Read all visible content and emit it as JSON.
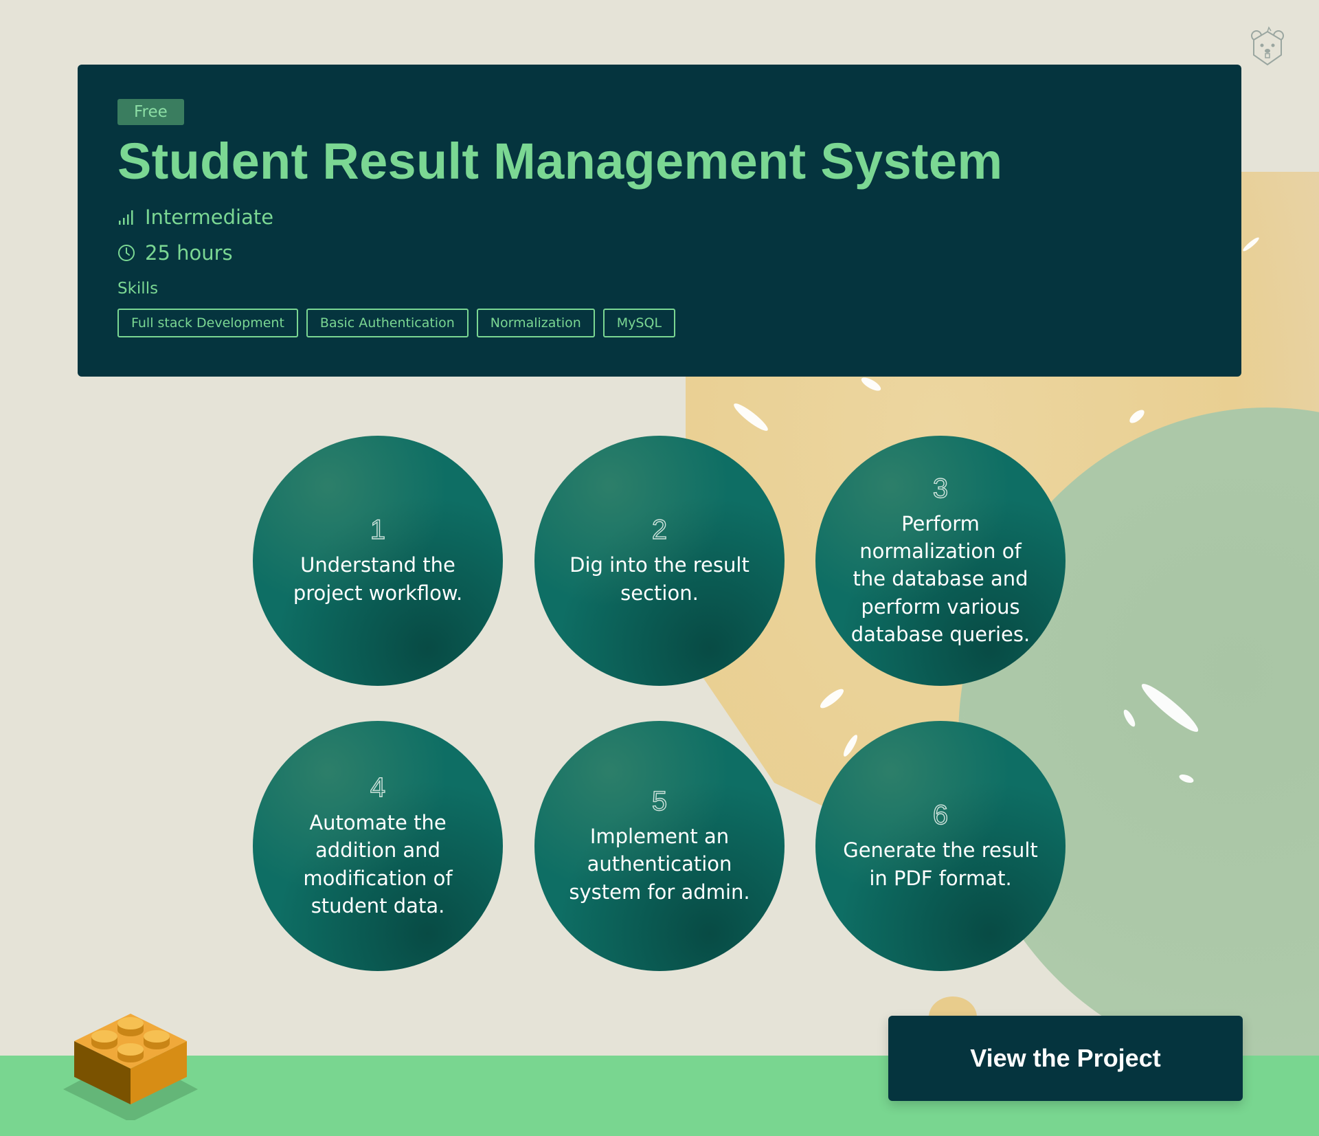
{
  "hero": {
    "badge": "Free",
    "title": "Student Result Management System",
    "level": "Intermediate",
    "duration": "25 hours",
    "skills_label": "Skills",
    "skills": [
      "Full stack Development",
      "Basic Authentication",
      "Normalization",
      "MySQL"
    ]
  },
  "steps": [
    {
      "number": "1",
      "text": "Understand the project workflow."
    },
    {
      "number": "2",
      "text": "Dig into the result section."
    },
    {
      "number": "3",
      "text": "Perform normalization of the database and perform various database queries."
    },
    {
      "number": "4",
      "text": "Automate the addition and modification of student data."
    },
    {
      "number": "5",
      "text": "Implement an authentication system for admin."
    },
    {
      "number": "6",
      "text": "Generate the result in PDF format."
    }
  ],
  "cta": {
    "label": "View the Project"
  },
  "icons": {
    "level": "signal-bars-icon",
    "duration": "clock-icon",
    "logo": "beaver-logo-icon",
    "decoration": "lego-brick-icon"
  },
  "colors": {
    "hero_bg": "#05343e",
    "accent_green": "#7bd793",
    "circle_teal": "#0e6e64",
    "page_bg": "#e5e3d7",
    "band_green": "#79d690",
    "blob_yellow": "#e9cf92",
    "blob_sage": "#adc9a9"
  }
}
